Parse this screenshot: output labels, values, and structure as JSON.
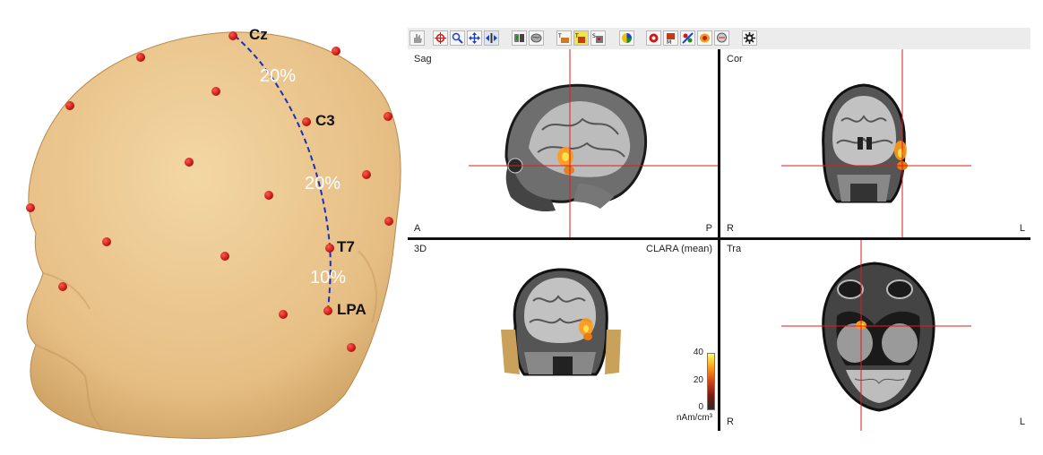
{
  "head_figure": {
    "electrodes": [
      {
        "label": "Cz"
      },
      {
        "label": "C3"
      },
      {
        "label": "T7"
      },
      {
        "label": "LPA"
      }
    ],
    "percentages": [
      "20%",
      "20%",
      "10%"
    ],
    "colors": {
      "skin": "#e9c58a",
      "electrode": "#d81414",
      "arc": "#1c2fb8"
    }
  },
  "viewer": {
    "toolbar": {
      "buttons": [
        "hand-icon",
        "crosshair-icon",
        "zoom-icon",
        "move-icon",
        "pan-icon",
        "mri-slices-icon",
        "brain-surface-icon",
        "t1-image-icon",
        "t1-overlay-icon",
        "s-image-icon",
        "color-map-icon",
        "dipole-icon",
        "m-image-icon",
        "clipping-icon",
        "source-overlay-icon",
        "head-icon",
        "settings-icon"
      ]
    },
    "views": {
      "sag": {
        "title": "Sag",
        "left": "A",
        "right": "P"
      },
      "cor": {
        "title": "Cor",
        "left": "R",
        "right": "L"
      },
      "threed": {
        "title": "3D",
        "method": "CLARA (mean)"
      },
      "tra": {
        "title": "Tra",
        "left": "R",
        "right": "L"
      }
    },
    "colorbar": {
      "max": "40",
      "mid": "20",
      "min": "0",
      "unit": "nAm/cm³"
    },
    "colors": {
      "crosshair": "#e01b1b",
      "divider": "#111111"
    }
  }
}
